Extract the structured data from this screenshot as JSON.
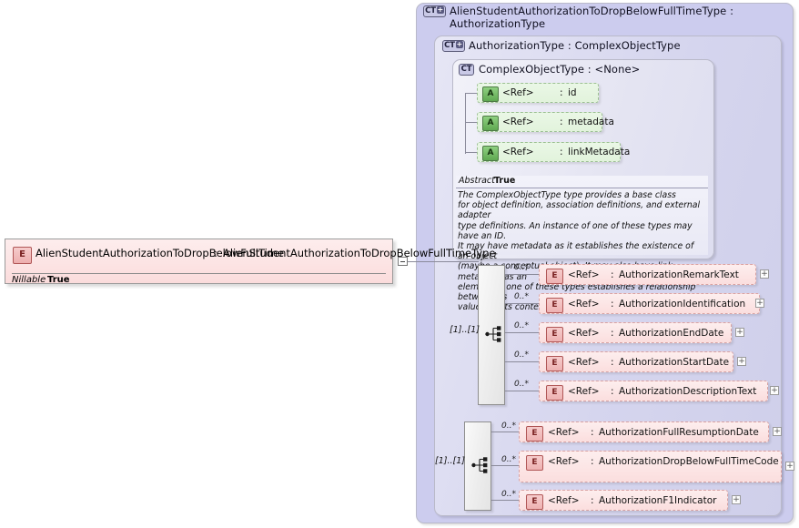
{
  "diagram": {
    "kind": "xsd-schema-documentation",
    "colors": {
      "panel_level1": "#ccccee",
      "panel_level2": "#dcdcf0",
      "panel_level3": "#eaeaf6",
      "element_pink": "#fbdede",
      "attribute_green": "#e2f3dc",
      "element_icon_border": "#b05656",
      "attribute_icon_fill": "#5fa851"
    }
  },
  "main_element": {
    "icon": "element-icon",
    "icon_label": "E",
    "name": "AlienStudentAuthorizationToDropBelowFullTime",
    "colon": ":",
    "type": "AlienStudentAuthorizationToDropBelowFullTimeType",
    "properties": [
      {
        "key": "Nillable",
        "value": "True"
      }
    ],
    "collapse_toggle": "collapse-toggle"
  },
  "complex_type_panels": [
    {
      "level": 1,
      "badge": "CT",
      "badge_has_plus": true,
      "title": "AlienStudentAuthorizationToDropBelowFullTimeType : AuthorizationType"
    },
    {
      "level": 2,
      "badge": "CT",
      "badge_has_plus": true,
      "title": "AuthorizationType : ComplexObjectType"
    },
    {
      "level": 3,
      "badge": "CT",
      "badge_has_plus": false,
      "title": "ComplexObjectType : <None>"
    }
  ],
  "attributes": [
    {
      "icon": "A",
      "name": "<Ref>",
      "colon": ":",
      "type": "id"
    },
    {
      "icon": "A",
      "name": "<Ref>",
      "colon": ":",
      "type": "metadata"
    },
    {
      "icon": "A",
      "name": "<Ref>",
      "colon": ":",
      "type": "linkMetadata"
    }
  ],
  "documentation": {
    "key": "Abstract",
    "value": "True",
    "text": "The ComplexObjectType type provides a base class\nfor object definition, association definitions, and external adapter\ntype definitions. An instance of one of these types may have an ID.\nIt may have metadata as it establishes the existence of an object\n(maybe a conceptual object). It may also have link metadata, as an\nelement of one of these types establishes a relationship between its\nvalue and its context."
  },
  "sequences": [
    {
      "compositor": "sequence",
      "occurrence": "[1]..[1]",
      "elements": [
        {
          "icon": "E",
          "cardinality": "0..*",
          "name": "<Ref>",
          "colon": ":",
          "type": "AuthorizationRemarkText",
          "expandable": true
        },
        {
          "icon": "E",
          "cardinality": "0..*",
          "name": "<Ref>",
          "colon": ":",
          "type": "AuthorizationIdentification",
          "expandable": true
        },
        {
          "icon": "E",
          "cardinality": "0..*",
          "name": "<Ref>",
          "colon": ":",
          "type": "AuthorizationEndDate",
          "expandable": true
        },
        {
          "icon": "E",
          "cardinality": "0..*",
          "name": "<Ref>",
          "colon": ":",
          "type": "AuthorizationStartDate",
          "expandable": true
        },
        {
          "icon": "E",
          "cardinality": "0..*",
          "name": "<Ref>",
          "colon": ":",
          "type": "AuthorizationDescriptionText",
          "expandable": true
        }
      ]
    },
    {
      "compositor": "sequence",
      "occurrence": "[1]..[1]",
      "elements": [
        {
          "icon": "E",
          "cardinality": "0..*",
          "name": "<Ref>",
          "colon": ":",
          "type": "AuthorizationFullResumptionDate",
          "expandable": true
        },
        {
          "icon": "E",
          "cardinality": "0..*",
          "name": "<Ref>",
          "colon": ":",
          "type": "AuthorizationDropBelowFullTimeCode",
          "expandable": true
        },
        {
          "icon": "E",
          "cardinality": "0..*",
          "name": "<Ref>",
          "colon": ":",
          "type": "AuthorizationF1Indicator",
          "expandable": true
        }
      ]
    }
  ]
}
